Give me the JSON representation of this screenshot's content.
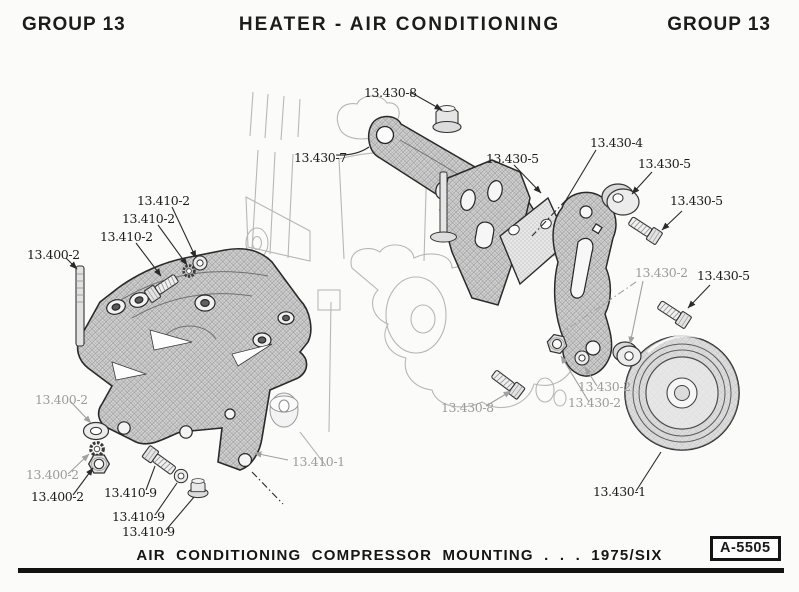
{
  "header": {
    "left": "GROUP 13",
    "center": "HEATER - AIR CONDITIONING",
    "right": "GROUP 13"
  },
  "footer": {
    "caption": "AIR CONDITIONING COMPRESSOR MOUNTING . . . 1975/SIX",
    "stamp": "A-5505"
  },
  "colors": {
    "paper": "#fbfbfa",
    "ink": "#1c1c1c",
    "label_dark": "#1c1c1c",
    "label_faded": "#9c9c9c",
    "engine_outline": "#b7b7b7",
    "bracket_fill": "#d4d4d4"
  },
  "diagram": {
    "labels": [
      {
        "text": "13.430-8",
        "tone": "dark"
      },
      {
        "text": "13.430-7",
        "tone": "dark"
      },
      {
        "text": "13.430-5",
        "tone": "dark"
      },
      {
        "text": "13.430-4",
        "tone": "dark"
      },
      {
        "text": "13.430-5",
        "tone": "dark"
      },
      {
        "text": "13.430-5",
        "tone": "dark"
      },
      {
        "text": "13.430-2",
        "tone": "faded"
      },
      {
        "text": "13.430-5",
        "tone": "dark"
      },
      {
        "text": "13.430-8",
        "tone": "faded"
      },
      {
        "text": "13.430-2",
        "tone": "faded"
      },
      {
        "text": "13.430-2",
        "tone": "faded"
      },
      {
        "text": "13.430-1",
        "tone": "dark"
      },
      {
        "text": "13.410-2",
        "tone": "dark"
      },
      {
        "text": "13.410-2",
        "tone": "dark"
      },
      {
        "text": "13.410-2",
        "tone": "dark"
      },
      {
        "text": "13.400-2",
        "tone": "dark"
      },
      {
        "text": "13.400-2",
        "tone": "faded"
      },
      {
        "text": "13.400-2",
        "tone": "faded"
      },
      {
        "text": "13.400-2",
        "tone": "dark"
      },
      {
        "text": "13.410-9",
        "tone": "dark"
      },
      {
        "text": "13.410-9",
        "tone": "dark"
      },
      {
        "text": "13.410-9",
        "tone": "dark"
      },
      {
        "text": "13.410-1",
        "tone": "faded"
      }
    ]
  }
}
